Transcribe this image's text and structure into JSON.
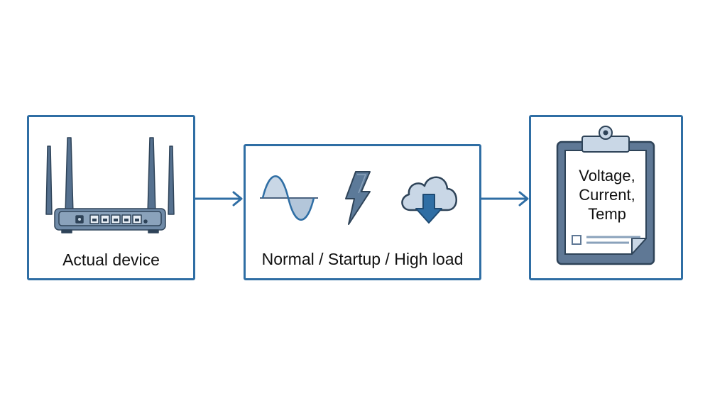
{
  "diagram": {
    "steps": [
      {
        "label": "Actual device",
        "icon": "router-icon"
      },
      {
        "label": "Normal / Startup / High load",
        "icons": [
          "sine-wave-icon",
          "lightning-bolt-icon",
          "cloud-download-icon"
        ]
      },
      {
        "label_lines": [
          "Voltage,",
          "Current,",
          "Temp"
        ],
        "icon": "clipboard-icon"
      }
    ],
    "colors": {
      "border": "#2f6ea4",
      "arrow": "#2f6ea4",
      "icon_fill": "#5c7a99",
      "icon_light": "#c9d7e6",
      "accent": "#2f6ea4"
    }
  }
}
